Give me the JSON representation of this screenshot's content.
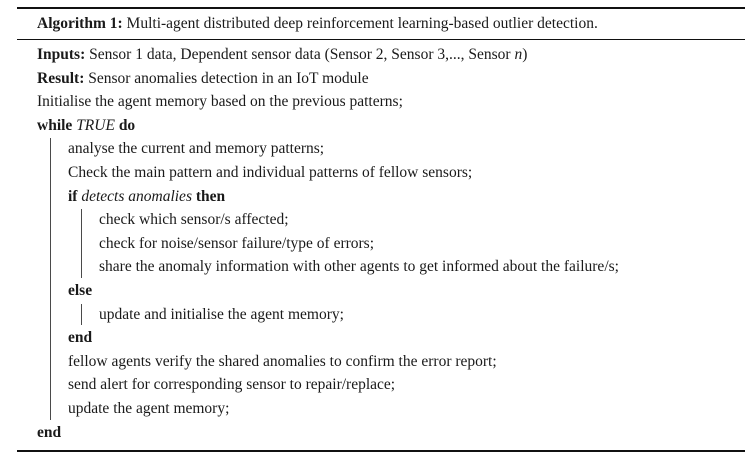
{
  "algorithm": {
    "label": "Algorithm 1:",
    "title": "Multi-agent distributed deep reinforcement learning-based outlier detection.",
    "header": {
      "inputs_label": "Inputs:",
      "inputs_value_a": "Sensor 1 data, Dependent sensor data (Sensor 2, Sensor 3,..., Sensor ",
      "inputs_value_n": "n",
      "inputs_value_b": ")",
      "result_label": "Result:",
      "result_value": "Sensor anomalies detection in an IoT module"
    },
    "lines": {
      "init": "Initialise the agent memory based on the previous patterns;",
      "while_kw": "while",
      "while_cond": "TRUE",
      "while_do": "do",
      "analyse": "analyse the current and memory patterns;",
      "check_main": "Check the main pattern and individual patterns of fellow sensors;",
      "if_kw": "if",
      "if_cond": "detects anomalies",
      "if_then": "then",
      "check_which": "check which sensor/s affected;",
      "check_noise": "check for noise/sensor failure/type of errors;",
      "share": "share the anomaly information with other agents to get informed about the failure/s;",
      "else_kw": "else",
      "update_init": "update and initialise the agent memory;",
      "end_if": "end",
      "fellow": "fellow agents verify the shared anomalies to confirm the error report;",
      "send_alert": "send alert for corresponding sensor to repair/replace;",
      "update_mem": "update the agent memory;",
      "end_while": "end"
    }
  }
}
